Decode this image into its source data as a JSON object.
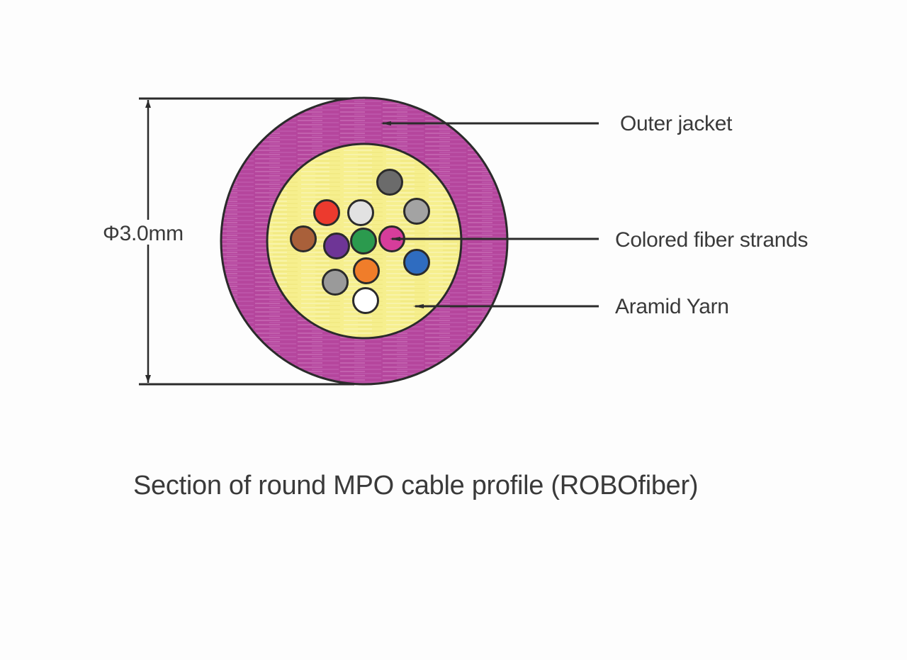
{
  "diagram": {
    "caption": "Section of round MPO cable profile (ROBOfiber)",
    "dimension_label": "Φ3.0mm",
    "callouts": {
      "outer_jacket": "Outer jacket",
      "fiber_strands": "Colored fiber strands",
      "aramid_yarn": "Aramid Yarn"
    },
    "colors": {
      "jacket": "#b5469d",
      "jacket_streak": "#d07cc0",
      "aramid": "#f6ef8e",
      "aramid_streak": "#fbf7c4",
      "outline": "#2b2b2b"
    },
    "fibers": [
      {
        "name": "dark-gray",
        "color": "#6b6b6b"
      },
      {
        "name": "red",
        "color": "#ec3a2e"
      },
      {
        "name": "light-gray",
        "color": "#e2e2e2"
      },
      {
        "name": "gray-upper",
        "color": "#a3a3a3"
      },
      {
        "name": "brown",
        "color": "#a9603a"
      },
      {
        "name": "violet",
        "color": "#6e3596"
      },
      {
        "name": "green",
        "color": "#2b9a4e"
      },
      {
        "name": "rose",
        "color": "#d63d9b"
      },
      {
        "name": "blue",
        "color": "#2f6cc0"
      },
      {
        "name": "orange",
        "color": "#f07d2a"
      },
      {
        "name": "gray-lower",
        "color": "#9a9a9a"
      },
      {
        "name": "white",
        "color": "#ffffff"
      }
    ]
  }
}
